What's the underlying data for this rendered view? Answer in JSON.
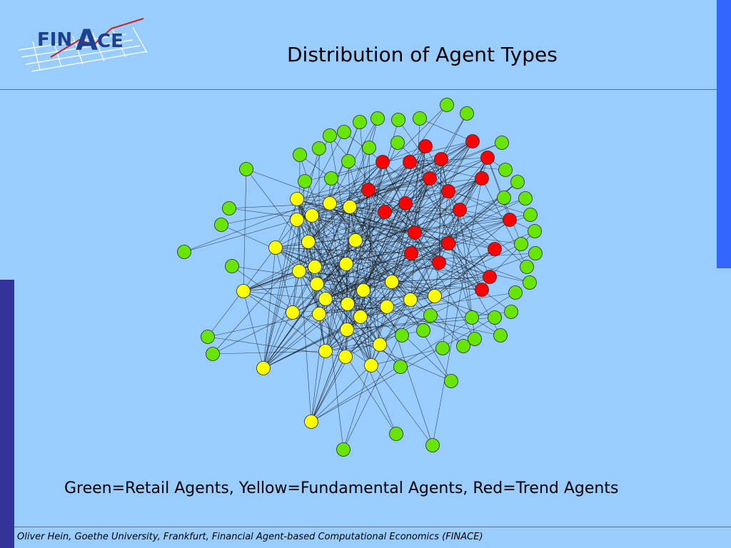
{
  "logo": {
    "text_fin": "FIN",
    "text_a": "A",
    "text_ce": "CE",
    "colors": {
      "fin": "#1f3f8f",
      "a": "#1f3f8f",
      "ce": "#1f3f8f",
      "swoosh": "#cc2222"
    }
  },
  "slide": {
    "title": "Distribution of Agent Types",
    "caption": "Green=Retail Agents, Yellow=Fundamental Agents, Red=Trend Agents",
    "footer": "Oliver Hein, Goethe University, Frankfurt, Financial Agent-based Computational Economics (FINACE)"
  },
  "colors": {
    "background": "#99CCFF",
    "accent_right": "#3366FF",
    "accent_left": "#333399",
    "retail": "#66E600",
    "fundamental": "#FFFF00",
    "trend": "#FF0000"
  }
}
